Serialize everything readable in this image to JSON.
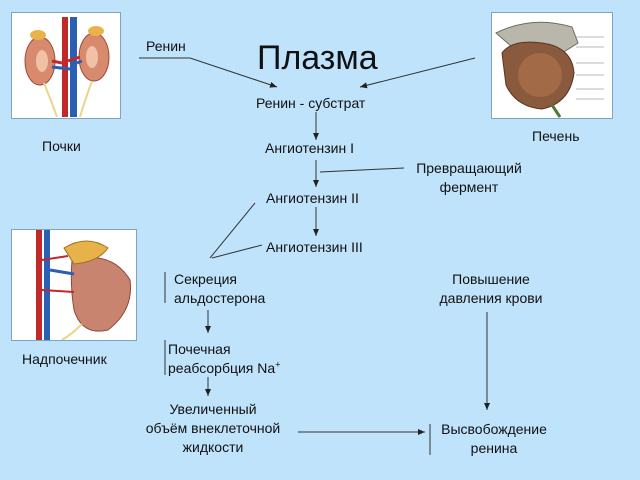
{
  "title": "Плазма",
  "organs": {
    "kidneys": "Почки",
    "liver": "Печень",
    "adrenal": "Надпочечник"
  },
  "labels": {
    "renin": "Ренин",
    "renin_substrate": "Ренин - субстрат",
    "angiotensin_1": "Ангиотензин I",
    "converting_enzyme_1": "Превращающий",
    "converting_enzyme_2": "фермент",
    "angiotensin_2": "Ангиотензин II",
    "angiotensin_3": "Ангиотензин III",
    "aldosterone_1": "Секреция",
    "aldosterone_2": "альдостерона",
    "pressure_1": "Повышение",
    "pressure_2": "давления крови",
    "na_1": "Почечная",
    "na_2": "реабсорбция Na",
    "na_sup": "+",
    "volume_1": "Увеличенный",
    "volume_2": "объём внеклеточной",
    "volume_3": "жидкости",
    "release_1": "Высвобождение",
    "release_2": "ренина"
  }
}
